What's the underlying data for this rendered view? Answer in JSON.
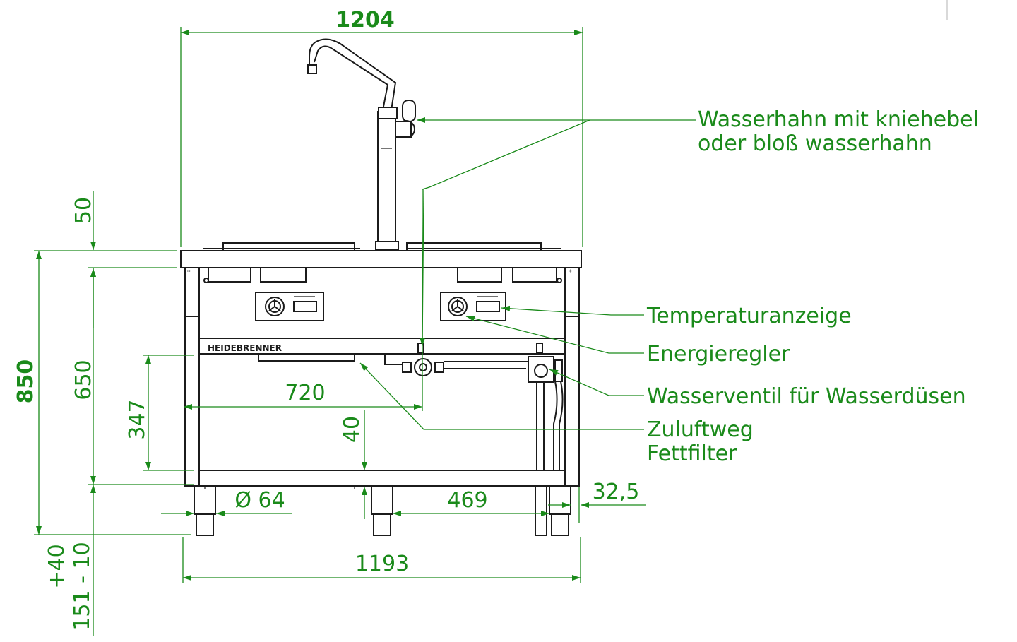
{
  "dimensions": {
    "overall_width": "1204",
    "top_offset": "50",
    "total_height": "850",
    "body_height": "650",
    "underside_height": "347",
    "half_width": "720",
    "gap": "40",
    "foot_diameter": "Ø 64",
    "foot_spacing": "469",
    "side_offset": "32,5",
    "base_width": "1193",
    "foot_adjust_plus": "+40",
    "foot_adjust_range": "151 - 10"
  },
  "labels": {
    "faucet_line1": "Wasserhahn mit kniehebel",
    "faucet_line2": "oder bloß wasserhahn",
    "temperature": "Temperaturanzeige",
    "energy": "Energieregler",
    "water_valve": "Wasserventil für Wasserdüsen",
    "air_duct": "Zuluftweg",
    "grease_filter": "Fettfilter"
  },
  "brand": "HEIDEBRENNER",
  "colors": {
    "dimension": "#1a8a1a",
    "outline": "#1b1b1b"
  }
}
